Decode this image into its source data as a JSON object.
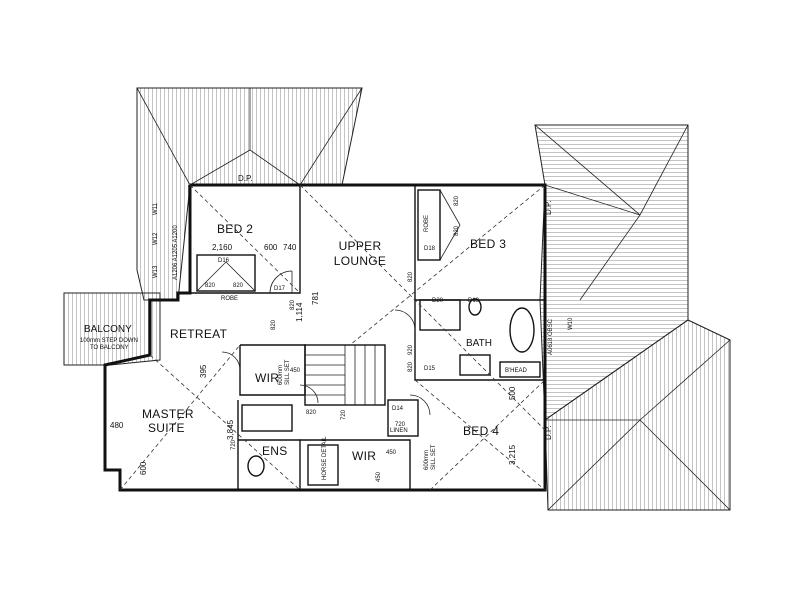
{
  "rooms": {
    "bed2": "BED 2",
    "bed3": "BED 3",
    "bed4": "BED 4",
    "upper_lounge_1": "UPPER",
    "upper_lounge_2": "LOUNGE",
    "balcony": "BALCONY",
    "retreat": "RETREAT",
    "wir_main": "WIR",
    "wir_second": "WIR",
    "master_1": "MASTER",
    "master_2": "SUITE",
    "ens": "ENS",
    "bath": "BATH",
    "linen": "LINEN",
    "robe_bed2": "ROBE",
    "robe_bed3": "ROBE",
    "horse_detail": "HORSE DETAIL"
  },
  "annotations": {
    "dp_top": "D.P.",
    "dp_right_top": "D.P.",
    "dp_right_bottom": "D.P.",
    "balcony_note_1": "100mm STEP DOWN",
    "balcony_note_2": "TO BALCONY",
    "sill_1": "600mm",
    "sill_1b": "SILL SET",
    "sill_2": "600mm",
    "sill_2b": "SILL SET",
    "btwd": "B'HEAD",
    "w11": "W11",
    "w12": "W12",
    "w13": "W13",
    "w10": "W10",
    "w_left_a": "A1206 A1205 A1200",
    "w_right_a": "A0618 OBSC",
    "d14": "D14",
    "d15": "D15",
    "d16": "D16",
    "d17": "D17",
    "d18": "D18",
    "d19": "D19",
    "d20": "D20"
  },
  "dimensions": {
    "d2160": "2,160",
    "d600": "600",
    "d740": "740",
    "d820a": "820",
    "d820b": "820",
    "d820c": "820",
    "d820d": "820",
    "d820e": "820",
    "d820f": "820",
    "d820g": "820",
    "d820h": "820",
    "d720a": "720",
    "d720b": "720",
    "d720c": "720",
    "d1114": "1,114",
    "d781": "781",
    "d395": "395",
    "d3845": "3,845",
    "d480": "480",
    "d600b": "600",
    "d3215": "3,215",
    "d500": "500",
    "d450a": "450",
    "d450b": "450",
    "d450c": "450",
    "d920": "920",
    "d820x": "820"
  }
}
